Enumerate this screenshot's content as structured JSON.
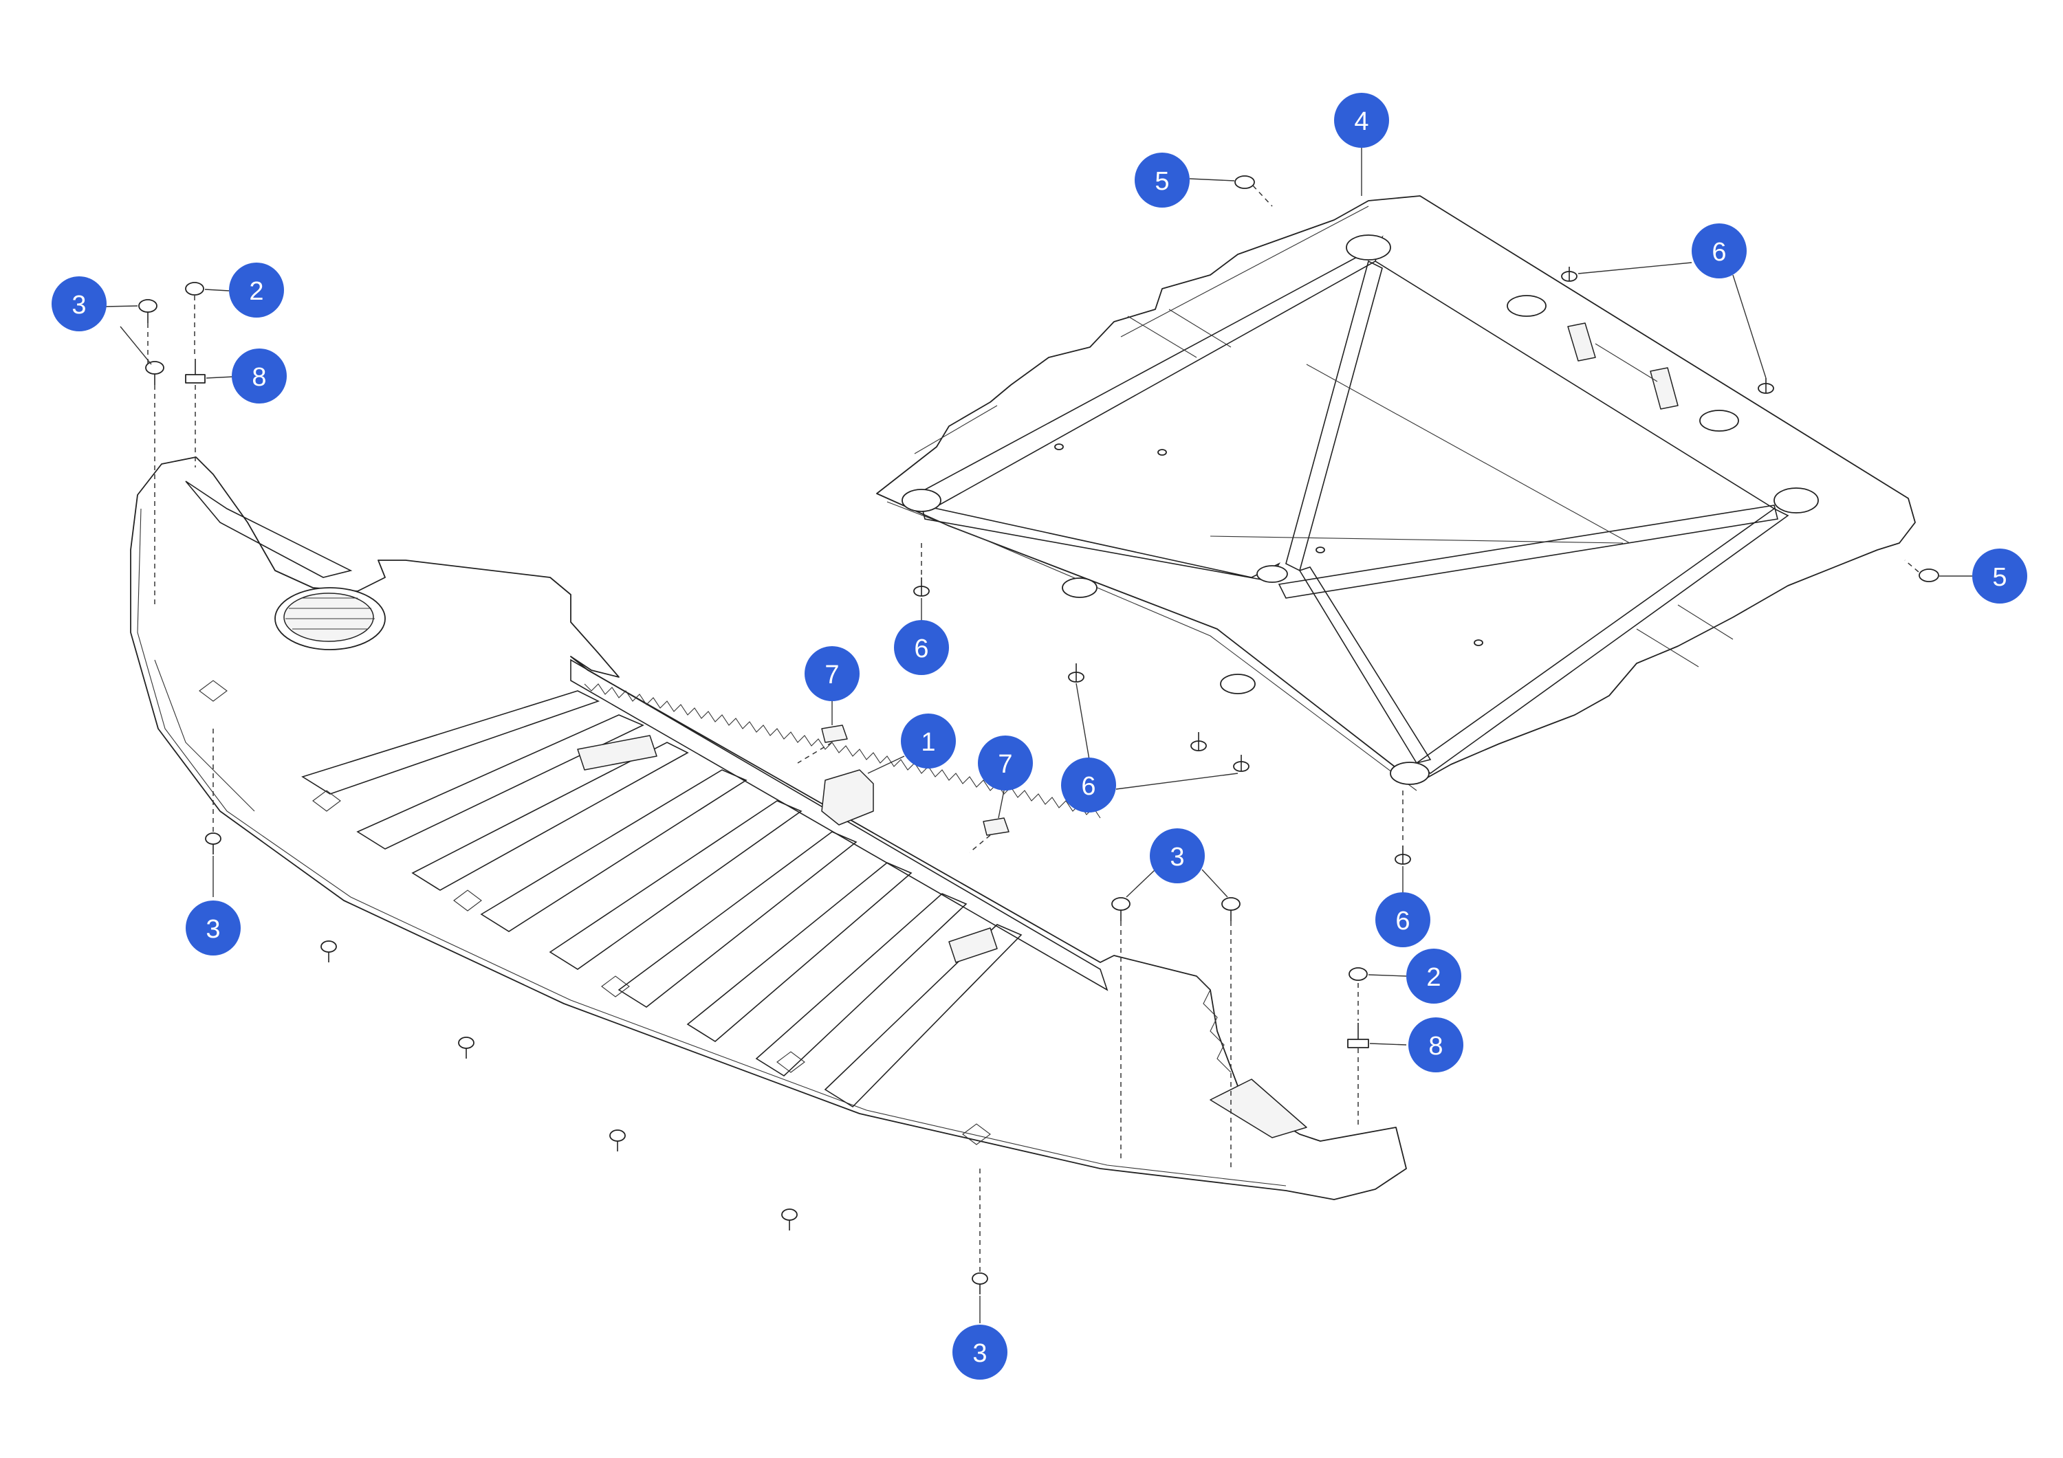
{
  "diagram": {
    "accent_color": "#2f5fd8",
    "callouts": [
      {
        "id": "c-4",
        "label": "4"
      },
      {
        "id": "c-5a",
        "label": "5"
      },
      {
        "id": "c-6a",
        "label": "6"
      },
      {
        "id": "c-5b",
        "label": "5"
      },
      {
        "id": "c-6b",
        "label": "6"
      },
      {
        "id": "c-6c",
        "label": "6"
      },
      {
        "id": "c-6d",
        "label": "6"
      },
      {
        "id": "c-3a",
        "label": "3"
      },
      {
        "id": "c-2a",
        "label": "2"
      },
      {
        "id": "c-8a",
        "label": "8"
      },
      {
        "id": "c-7a",
        "label": "7"
      },
      {
        "id": "c-1",
        "label": "1"
      },
      {
        "id": "c-7b",
        "label": "7"
      },
      {
        "id": "c-3b",
        "label": "3"
      },
      {
        "id": "c-3c",
        "label": "3"
      },
      {
        "id": "c-2b",
        "label": "2"
      },
      {
        "id": "c-8b",
        "label": "8"
      },
      {
        "id": "c-3d",
        "label": "3"
      }
    ]
  }
}
